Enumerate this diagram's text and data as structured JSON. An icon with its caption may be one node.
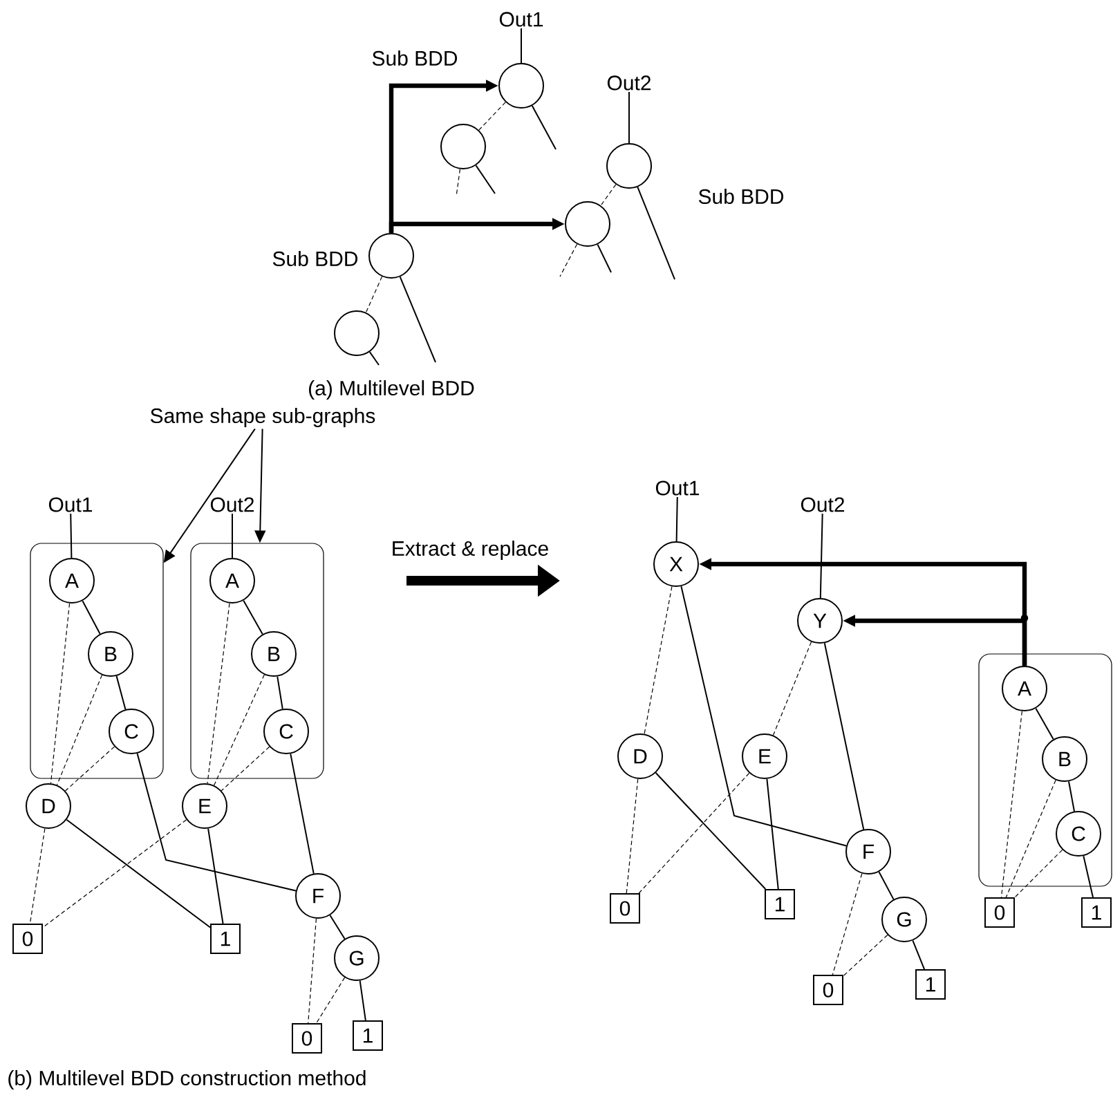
{
  "diagram": {
    "nodes": [
      {
        "text": [
          "Out1"
        ]
      },
      {
        "text": [],
        "shape": "circle",
        "beside": [
          "Sub BDD"
        ]
      },
      {
        "text": [],
        "shape": "circle"
      },
      {
        "text": [
          "Out2"
        ]
      },
      {
        "text": [],
        "shape": "circle",
        "beside": [
          "Sub BDD"
        ]
      },
      {
        "text": [],
        "shape": "circle"
      },
      {
        "text": [],
        "shape": "circle",
        "beside": [
          "Sub BDD"
        ]
      },
      {
        "text": [],
        "shape": "circle"
      },
      {
        "text": [
          "Same shape sub-graphs"
        ]
      },
      {
        "text": [
          "Out1"
        ]
      },
      {
        "text": [],
        "shape": "box"
      },
      {
        "text": [
          "A"
        ],
        "in": 10
      },
      {
        "text": [
          "B"
        ],
        "in": 10
      },
      {
        "text": [
          "C"
        ],
        "in": 10
      },
      {
        "text": [
          "Out2"
        ]
      },
      {
        "text": [],
        "shape": "box"
      },
      {
        "text": [
          "A"
        ],
        "in": 15
      },
      {
        "text": [
          "B"
        ],
        "in": 15
      },
      {
        "text": [
          "C"
        ],
        "in": 15
      },
      {
        "text": [
          "D"
        ]
      },
      {
        "text": [
          "E"
        ]
      },
      {
        "text": [
          "F"
        ]
      },
      {
        "text": [
          "0"
        ]
      },
      {
        "text": [
          "1"
        ]
      },
      {
        "text": [
          "G"
        ]
      },
      {
        "text": [
          "0"
        ]
      },
      {
        "text": [
          "1"
        ]
      },
      {
        "text": [
          "Out1"
        ]
      },
      {
        "text": [
          "X"
        ]
      },
      {
        "text": [
          "Out2"
        ]
      },
      {
        "text": [
          "Y"
        ]
      },
      {
        "text": [],
        "shape": "box"
      },
      {
        "text": [
          "A"
        ],
        "in": 31
      },
      {
        "text": [
          "B"
        ],
        "in": 31
      },
      {
        "text": [
          "C"
        ],
        "in": 31
      },
      {
        "text": [
          "D"
        ]
      },
      {
        "text": [
          "E"
        ]
      },
      {
        "text": [
          "0"
        ]
      },
      {
        "text": [
          "1"
        ]
      },
      {
        "text": [
          "F"
        ]
      },
      {
        "text": [
          "G"
        ]
      },
      {
        "text": [
          "0"
        ]
      },
      {
        "text": [
          "1"
        ]
      },
      {
        "text": [
          "0"
        ]
      },
      {
        "text": [
          "1"
        ]
      }
    ],
    "edges": [
      {
        "from": 0,
        "to": 1,
        "arrow": "none"
      },
      {
        "from": 1,
        "to": null,
        "arrow": "none"
      },
      {
        "from": 1,
        "to": 2,
        "arrow": "none",
        "style": "dashed"
      },
      {
        "from": 2,
        "to": null,
        "arrow": "none",
        "style": "dashed"
      },
      {
        "from": 2,
        "to": null,
        "arrow": "none"
      },
      {
        "from": 3,
        "to": 4,
        "arrow": "none"
      },
      {
        "from": 4,
        "to": null,
        "arrow": "none"
      },
      {
        "from": 4,
        "to": 5,
        "arrow": "none",
        "style": "dashed"
      },
      {
        "from": 5,
        "to": null,
        "arrow": "none",
        "style": "dashed"
      },
      {
        "from": 5,
        "to": null,
        "arrow": "none"
      },
      {
        "from": 6,
        "to": 1,
        "arrow": "to",
        "style": "thick"
      },
      {
        "from": 6,
        "to": 5,
        "arrow": "to",
        "style": "thick"
      },
      {
        "from": 6,
        "to": null,
        "arrow": "none"
      },
      {
        "from": 6,
        "to": 7,
        "arrow": "none",
        "style": "dashed"
      },
      {
        "from": 7,
        "to": null,
        "arrow": "none"
      },
      {
        "from": 8,
        "to": 10,
        "arrow": "to"
      },
      {
        "from": 8,
        "to": 15,
        "arrow": "to"
      },
      {
        "from": 9,
        "to": 11,
        "arrow": "none"
      },
      {
        "from": 11,
        "to": 12,
        "arrow": "none"
      },
      {
        "from": 12,
        "to": 13,
        "arrow": "none"
      },
      {
        "from": 11,
        "to": 19,
        "arrow": "none",
        "style": "dashed"
      },
      {
        "from": 12,
        "to": 19,
        "arrow": "none",
        "style": "dashed"
      },
      {
        "from": 13,
        "to": 19,
        "arrow": "none",
        "style": "dashed"
      },
      {
        "from": 14,
        "to": 16,
        "arrow": "none"
      },
      {
        "from": 16,
        "to": 17,
        "arrow": "none"
      },
      {
        "from": 17,
        "to": 18,
        "arrow": "none"
      },
      {
        "from": 16,
        "to": 20,
        "arrow": "none",
        "style": "dashed"
      },
      {
        "from": 17,
        "to": 20,
        "arrow": "none",
        "style": "dashed"
      },
      {
        "from": 18,
        "to": 20,
        "arrow": "none",
        "style": "dashed"
      },
      {
        "from": 13,
        "to": 21,
        "arrow": "none"
      },
      {
        "from": 18,
        "to": 21,
        "arrow": "none"
      },
      {
        "from": 19,
        "to": 22,
        "arrow": "none",
        "style": "dashed"
      },
      {
        "from": 19,
        "to": 23,
        "arrow": "none"
      },
      {
        "from": 20,
        "to": 22,
        "arrow": "none",
        "style": "dashed"
      },
      {
        "from": 20,
        "to": 23,
        "arrow": "none"
      },
      {
        "from": 21,
        "to": 24,
        "arrow": "none"
      },
      {
        "from": 21,
        "to": 25,
        "arrow": "none",
        "style": "dashed"
      },
      {
        "from": 24,
        "to": 25,
        "arrow": "none",
        "style": "dashed"
      },
      {
        "from": 24,
        "to": 26,
        "arrow": "none"
      },
      {
        "from": 27,
        "to": 28,
        "arrow": "none"
      },
      {
        "from": 29,
        "to": 30,
        "arrow": "none"
      },
      {
        "from": 32,
        "to": 28,
        "arrow": "to",
        "style": "thick"
      },
      {
        "from": 32,
        "to": 30,
        "arrow": "to",
        "style": "thick"
      },
      {
        "from": 28,
        "to": 35,
        "arrow": "none",
        "style": "dashed"
      },
      {
        "from": 28,
        "to": 39,
        "arrow": "none"
      },
      {
        "from": 30,
        "to": 36,
        "arrow": "none",
        "style": "dashed"
      },
      {
        "from": 30,
        "to": 39,
        "arrow": "none"
      },
      {
        "from": 35,
        "to": 37,
        "arrow": "none",
        "style": "dashed"
      },
      {
        "from": 35,
        "to": 38,
        "arrow": "none"
      },
      {
        "from": 36,
        "to": 37,
        "arrow": "none",
        "style": "dashed"
      },
      {
        "from": 36,
        "to": 38,
        "arrow": "none"
      },
      {
        "from": 39,
        "to": 40,
        "arrow": "none"
      },
      {
        "from": 39,
        "to": 41,
        "arrow": "none",
        "style": "dashed"
      },
      {
        "from": 40,
        "to": 41,
        "arrow": "none",
        "style": "dashed"
      },
      {
        "from": 40,
        "to": 42,
        "arrow": "none"
      },
      {
        "from": 32,
        "to": 33,
        "arrow": "none"
      },
      {
        "from": 33,
        "to": 34,
        "arrow": "none"
      },
      {
        "from": 32,
        "to": 43,
        "arrow": "none",
        "style": "dashed"
      },
      {
        "from": 33,
        "to": 43,
        "arrow": "none",
        "style": "dashed"
      },
      {
        "from": 34,
        "to": 43,
        "arrow": "none",
        "style": "dashed"
      },
      {
        "from": 34,
        "to": 44,
        "arrow": "none"
      }
    ],
    "labels": [
      "(a) Multilevel BDD",
      "Extract & replace",
      "(b) Multilevel BDD construction method"
    ]
  }
}
